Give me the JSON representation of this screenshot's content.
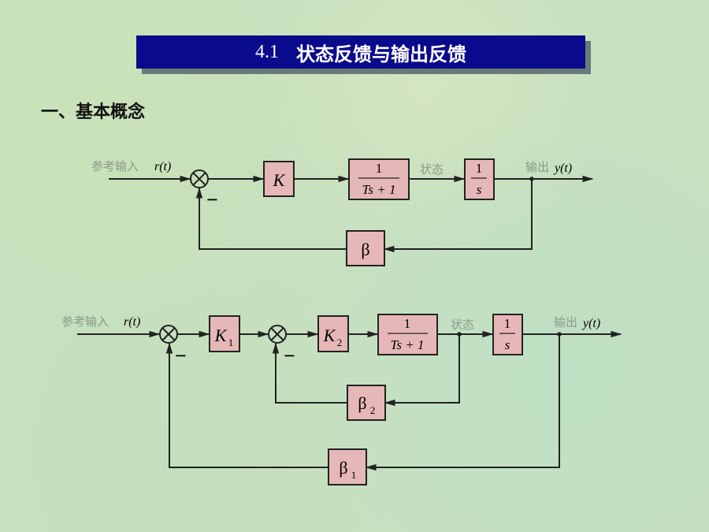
{
  "title": {
    "number": "4.1",
    "text": "状态反馈与输出反馈"
  },
  "section_heading": "一、基本概念",
  "diagram1": {
    "input_label": "参考输入",
    "input_signal": "r(t)",
    "minus": "−",
    "gain": "K",
    "plant_num": "1",
    "plant_den": "Ts + 1",
    "state_label": "状态",
    "integrator_num": "1",
    "integrator_den": "s",
    "output_label": "输出",
    "output_signal": "y(t)",
    "feedback": "β"
  },
  "diagram2": {
    "input_label": "参考输入",
    "input_signal": "r(t)",
    "minus1": "−",
    "minus2": "−",
    "gain1": "K",
    "gain1_sub": "1",
    "gain2": "K",
    "gain2_sub": "2",
    "plant_num": "1",
    "plant_den": "Ts + 1",
    "state_label": "状态",
    "integrator_num": "1",
    "integrator_den": "s",
    "output_label": "输出",
    "output_signal": "y(t)",
    "feedback_inner": "β",
    "feedback_inner_sub": "2",
    "feedback_outer": "β",
    "feedback_outer_sub": "1"
  }
}
